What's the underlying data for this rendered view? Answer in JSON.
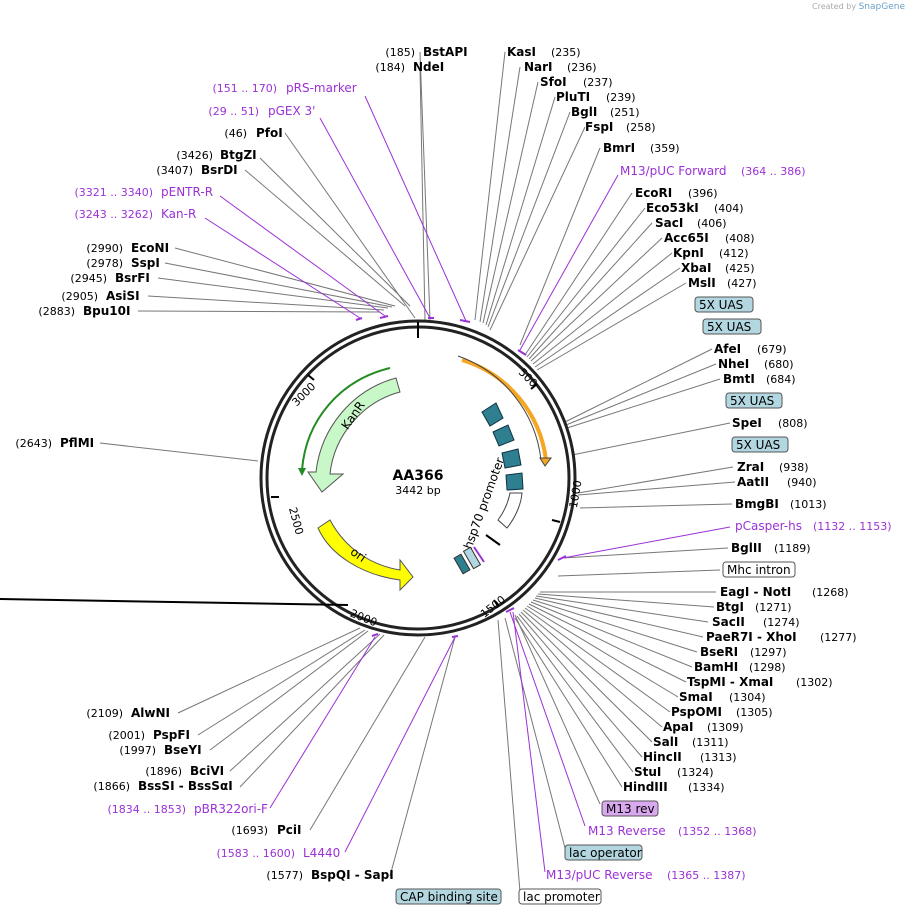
{
  "credit": {
    "prefix": "Created by",
    "brand": "SnapGene"
  },
  "plasmid": {
    "name": "AA366",
    "length_label": "3442 bp",
    "length": 3442
  },
  "ticks": [
    "500",
    "1000",
    "1500",
    "2000",
    "2500",
    "3000"
  ],
  "colors": {
    "primer": "#9b31d6",
    "orange": "#f5a623",
    "kanr": "#c8f7c8",
    "ori": "#ffff00",
    "uas": "#2e7f8f",
    "boxfill": "#b3d7e0"
  },
  "features": {
    "kanr": "KanR",
    "ori": "ori",
    "hsp70": "hsp70 promoter"
  },
  "sites": [
    {
      "pos": "(185)",
      "name": "BstAPI"
    },
    {
      "pos": "(184)",
      "name": "NdeI"
    },
    {
      "pos": "(46)",
      "name": "PfoI"
    },
    {
      "pos": "(3426)",
      "name": "BtgZI"
    },
    {
      "pos": "(3407)",
      "name": "BsrDI"
    },
    {
      "pos": "(2990)",
      "name": "EcoNI"
    },
    {
      "pos": "(2978)",
      "name": "SspI"
    },
    {
      "pos": "(2945)",
      "name": "BsrFI"
    },
    {
      "pos": "(2905)",
      "name": "AsiSI"
    },
    {
      "pos": "(2883)",
      "name": "Bpu10I"
    },
    {
      "pos": "(2643)",
      "name": "PflMI"
    },
    {
      "pos": "(2109)",
      "name": "AlwNI"
    },
    {
      "pos": "(2001)",
      "name": "PspFI"
    },
    {
      "pos": "(1997)",
      "name": "BseYI"
    },
    {
      "pos": "(1896)",
      "name": "BciVI"
    },
    {
      "pos": "(1866)",
      "name": "BssSI - BssSαI"
    },
    {
      "pos": "(1693)",
      "name": "PciI"
    },
    {
      "pos": "(1577)",
      "name": "BspQI - SapI"
    }
  ],
  "right_sites": [
    {
      "name": "KasI",
      "pos": "(235)"
    },
    {
      "name": "NarI",
      "pos": "(236)"
    },
    {
      "name": "SfoI",
      "pos": "(237)"
    },
    {
      "name": "PluTI",
      "pos": "(239)"
    },
    {
      "name": "BglI",
      "pos": "(251)"
    },
    {
      "name": "FspI",
      "pos": "(258)"
    },
    {
      "name": "BmrI",
      "pos": "(359)"
    },
    {
      "name": "EcoRI",
      "pos": "(396)"
    },
    {
      "name": "Eco53kI",
      "pos": "(404)"
    },
    {
      "name": "SacI",
      "pos": "(406)"
    },
    {
      "name": "Acc65I",
      "pos": "(408)"
    },
    {
      "name": "KpnI",
      "pos": "(412)"
    },
    {
      "name": "XbaI",
      "pos": "(425)"
    },
    {
      "name": "MslI",
      "pos": "(427)"
    },
    {
      "name": "AfeI",
      "pos": "(679)"
    },
    {
      "name": "NheI",
      "pos": "(680)"
    },
    {
      "name": "BmtI",
      "pos": "(684)"
    },
    {
      "name": "SpeI",
      "pos": "(808)"
    },
    {
      "name": "ZraI",
      "pos": "(938)"
    },
    {
      "name": "AatII",
      "pos": "(940)"
    },
    {
      "name": "BmgBI",
      "pos": "(1013)"
    },
    {
      "name": "BglII",
      "pos": "(1189)"
    },
    {
      "name": "EagI - NotI",
      "pos": "(1268)"
    },
    {
      "name": "BtgI",
      "pos": "(1271)"
    },
    {
      "name": "SacII",
      "pos": "(1274)"
    },
    {
      "name": "PaeR7I - XhoI",
      "pos": "(1277)"
    },
    {
      "name": "BseRI",
      "pos": "(1297)"
    },
    {
      "name": "BamHI",
      "pos": "(1298)"
    },
    {
      "name": "TspMI - XmaI",
      "pos": "(1302)"
    },
    {
      "name": "SmaI",
      "pos": "(1304)"
    },
    {
      "name": "PspOMI",
      "pos": "(1305)"
    },
    {
      "name": "ApaI",
      "pos": "(1309)"
    },
    {
      "name": "SalI",
      "pos": "(1311)"
    },
    {
      "name": "HincII",
      "pos": "(1313)"
    },
    {
      "name": "StuI",
      "pos": "(1324)"
    },
    {
      "name": "HindIII",
      "pos": "(1334)"
    }
  ],
  "primers": [
    {
      "range": "(151 .. 170)",
      "name": "pRS-marker"
    },
    {
      "range": "(29 .. 51)",
      "name": "pGEX 3'"
    },
    {
      "range": "(3321 .. 3340)",
      "name": "pENTR-R"
    },
    {
      "range": "(3243 .. 3262)",
      "name": "Kan-R"
    },
    {
      "range": "(1834 .. 1853)",
      "name": "pBR322ori-F"
    },
    {
      "range": "(1583 .. 1600)",
      "name": "L4440"
    }
  ],
  "right_primers": [
    {
      "name": "M13/pUC Forward",
      "range": "(364 .. 386)"
    },
    {
      "name": "pCasper-hs",
      "range": "(1132 .. 1153)"
    },
    {
      "name": "M13 Reverse",
      "range": "(1352 .. 1368)"
    },
    {
      "name": "M13/pUC Reverse",
      "range": "(1365 .. 1387)"
    }
  ],
  "boxes": {
    "uas1": "5X UAS",
    "uas2": "5X UAS",
    "uas3": "5X UAS",
    "uas4": "5X UAS",
    "mhc": "Mhc intron",
    "m13rev": "M13 rev",
    "lacop": "lac operator",
    "cap": "CAP binding site",
    "lacprom": "lac promoter"
  }
}
